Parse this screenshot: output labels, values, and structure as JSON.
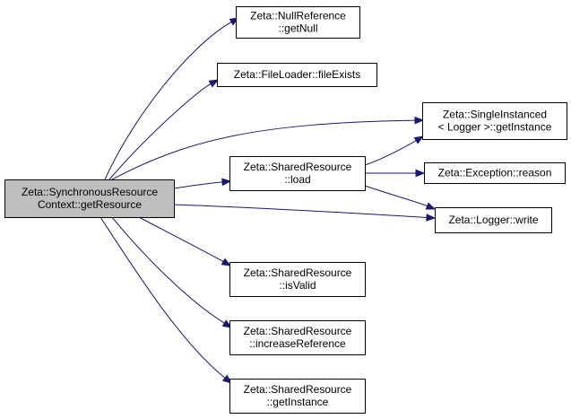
{
  "diagram": {
    "colors": {
      "edge": "#191970",
      "node_fill": "#ffffff",
      "root_fill": "#bfbfbf",
      "border": "#000000"
    },
    "nodes": [
      {
        "id": "root",
        "lines": [
          "Zeta::SynchronousResource",
          "Context::getResource"
        ]
      },
      {
        "id": "null",
        "lines": [
          "Zeta::NullReference",
          "::getNull"
        ]
      },
      {
        "id": "fileexists",
        "lines": [
          "Zeta::FileLoader::fileExists"
        ]
      },
      {
        "id": "load",
        "lines": [
          "Zeta::SharedResource",
          "::load"
        ]
      },
      {
        "id": "isvalid",
        "lines": [
          "Zeta::SharedResource",
          "::isValid"
        ]
      },
      {
        "id": "increase",
        "lines": [
          "Zeta::SharedResource",
          "::increaseReference"
        ]
      },
      {
        "id": "getinstance",
        "lines": [
          "Zeta::SharedResource",
          "::getInstance"
        ]
      },
      {
        "id": "singleton",
        "lines": [
          "Zeta::SingleInstanced",
          "< Logger >::getInstance"
        ]
      },
      {
        "id": "reason",
        "lines": [
          "Zeta::Exception::reason"
        ]
      },
      {
        "id": "write",
        "lines": [
          "Zeta::Logger::write"
        ]
      }
    ],
    "edges": [
      {
        "from": "root",
        "to": "null"
      },
      {
        "from": "root",
        "to": "fileexists"
      },
      {
        "from": "root",
        "to": "singleton"
      },
      {
        "from": "root",
        "to": "load"
      },
      {
        "from": "root",
        "to": "write"
      },
      {
        "from": "root",
        "to": "isvalid"
      },
      {
        "from": "root",
        "to": "increase"
      },
      {
        "from": "root",
        "to": "getinstance"
      },
      {
        "from": "load",
        "to": "singleton"
      },
      {
        "from": "load",
        "to": "reason"
      },
      {
        "from": "load",
        "to": "write"
      }
    ]
  }
}
